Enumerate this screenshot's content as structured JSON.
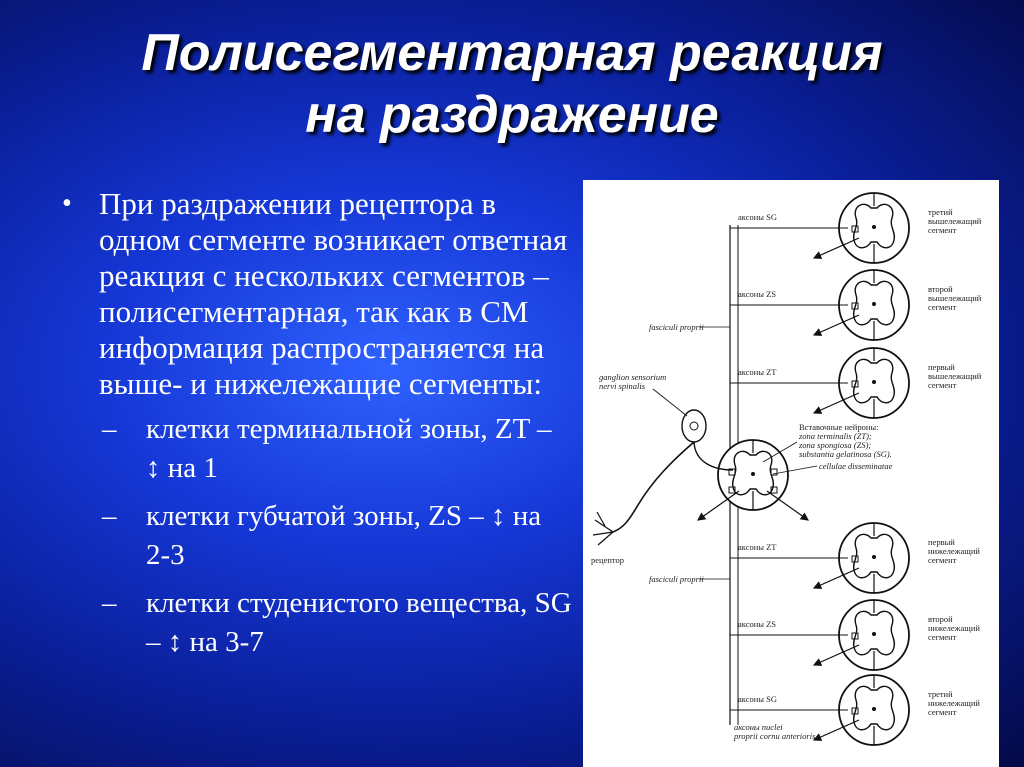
{
  "title": {
    "line1": "Полисегментарная реакция",
    "line2": "на раздражение"
  },
  "main_bullet": {
    "symbol": "•",
    "text": "При раздражении рецептора в одном сегменте возникает ответная реакция с нескольких сегментов – полисегментарная, так как в СМ информация распространяется на выше- и нижележащие сегменты:"
  },
  "sub_bullets": [
    {
      "dash": "–",
      "text": "клетки терминальной зоны, ZT – ↕ на 1"
    },
    {
      "dash": "–",
      "text": "клетки губчатой зоны, ZS – ↕ на 2-3"
    },
    {
      "dash": "–",
      "text": "клетки студенистого вещества,  SG – ↕ на 3-7"
    }
  ],
  "diagram": {
    "segments": [
      {
        "axon_label": "аксоны SG",
        "level_label_1": "третий",
        "level_label_2": "вышележащий",
        "level_label_3": "сегмент"
      },
      {
        "axon_label": "аксоны ZS",
        "level_label_1": "второй",
        "level_label_2": "вышележащий",
        "level_label_3": "сегмент"
      },
      {
        "axon_label": "аксоны ZT",
        "level_label_1": "первый",
        "level_label_2": "вышележащий",
        "level_label_3": "сегмент"
      },
      {
        "axon_label": "аксоны ZT",
        "level_label_1": "первый",
        "level_label_2": "нижележащий",
        "level_label_3": "сегмент"
      },
      {
        "axon_label": "аксоны ZS",
        "level_label_1": "второй",
        "level_label_2": "нижележащий",
        "level_label_3": "сегмент"
      },
      {
        "axon_label": "аксоны SG",
        "level_label_1": "третий",
        "level_label_2": "нижележащий",
        "level_label_3": "сегмент"
      }
    ],
    "fasciculi_upper": "fasciculi proprii",
    "fasciculi_lower": "fasciculi proprii",
    "ganglion_1": "ganglion sensorium",
    "ganglion_2": "nervi spinalis",
    "interneurons_title": "Вставочные нейроны:",
    "zone_terminalis": "zona terminalis (ZT);",
    "zone_spongiosa": "zona spongiosa (ZS);",
    "substantia": "substantia gelatinosa (SG).",
    "cellulae": "cellulae disseminatae",
    "receptor": "рецептор",
    "bottom_label_1": "аксоны nuclei",
    "bottom_label_2": "proprii cornu anterioris"
  }
}
